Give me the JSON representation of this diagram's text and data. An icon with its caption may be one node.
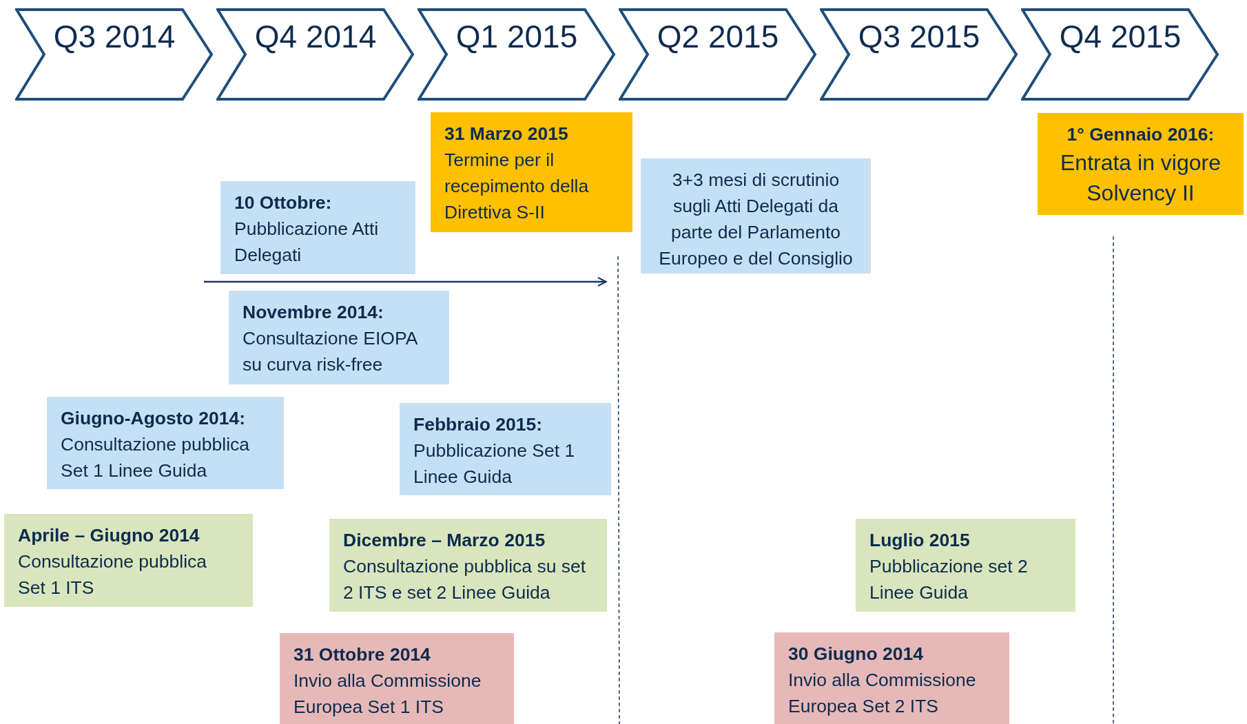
{
  "diagram": {
    "nodes": [
      {
        "text": [
          "Q3 2014"
        ]
      },
      {
        "text": [
          "Q4 2014"
        ]
      },
      {
        "text": [
          "Q1 2015"
        ]
      },
      {
        "text": [
          "Q2 2015"
        ]
      },
      {
        "text": [
          "Q3 2015"
        ]
      },
      {
        "text": [
          "Q4 2015"
        ]
      },
      {
        "text": [
          "31 Marzo 2015",
          "Termine per il recepimento della Direttiva S-II"
        ]
      },
      {
        "text": [
          "1° Gennaio 2016:",
          "Entrata in vigore Solvency II"
        ]
      },
      {
        "text": [
          "10 Ottobre:",
          "Pubblicazione Atti Delegati"
        ]
      },
      {
        "text": [
          "3+3 mesi di scrutinio sugli Atti Delegati da parte del Parlamento Europeo e del Consiglio"
        ]
      },
      {
        "text": [
          "Novembre 2014:",
          "Consultazione EIOPA su curva risk-free"
        ]
      },
      {
        "text": [
          "Giugno-Agosto 2014:",
          "Consultazione pubblica Set 1 Linee Guida"
        ]
      },
      {
        "text": [
          "Febbraio 2015:",
          "Pubblicazione Set 1 Linee Guida"
        ]
      },
      {
        "text": [
          "Aprile – Giugno 2014",
          "Consultazione pubblica Set 1 ITS"
        ]
      },
      {
        "text": [
          "Dicembre – Marzo 2015",
          "Consultazione pubblica su set 2 ITS e set 2 Linee Guida"
        ]
      },
      {
        "text": [
          "Luglio 2015",
          "Pubblicazione set 2 Linee Guida"
        ]
      },
      {
        "text": [
          "31 Ottobre 2014",
          "Invio alla Commissione Europea Set 1 ITS"
        ]
      },
      {
        "text": [
          "30 Giugno 2014",
          "Invio alla Commissione Europea Set 2 ITS"
        ]
      }
    ],
    "edges": []
  }
}
